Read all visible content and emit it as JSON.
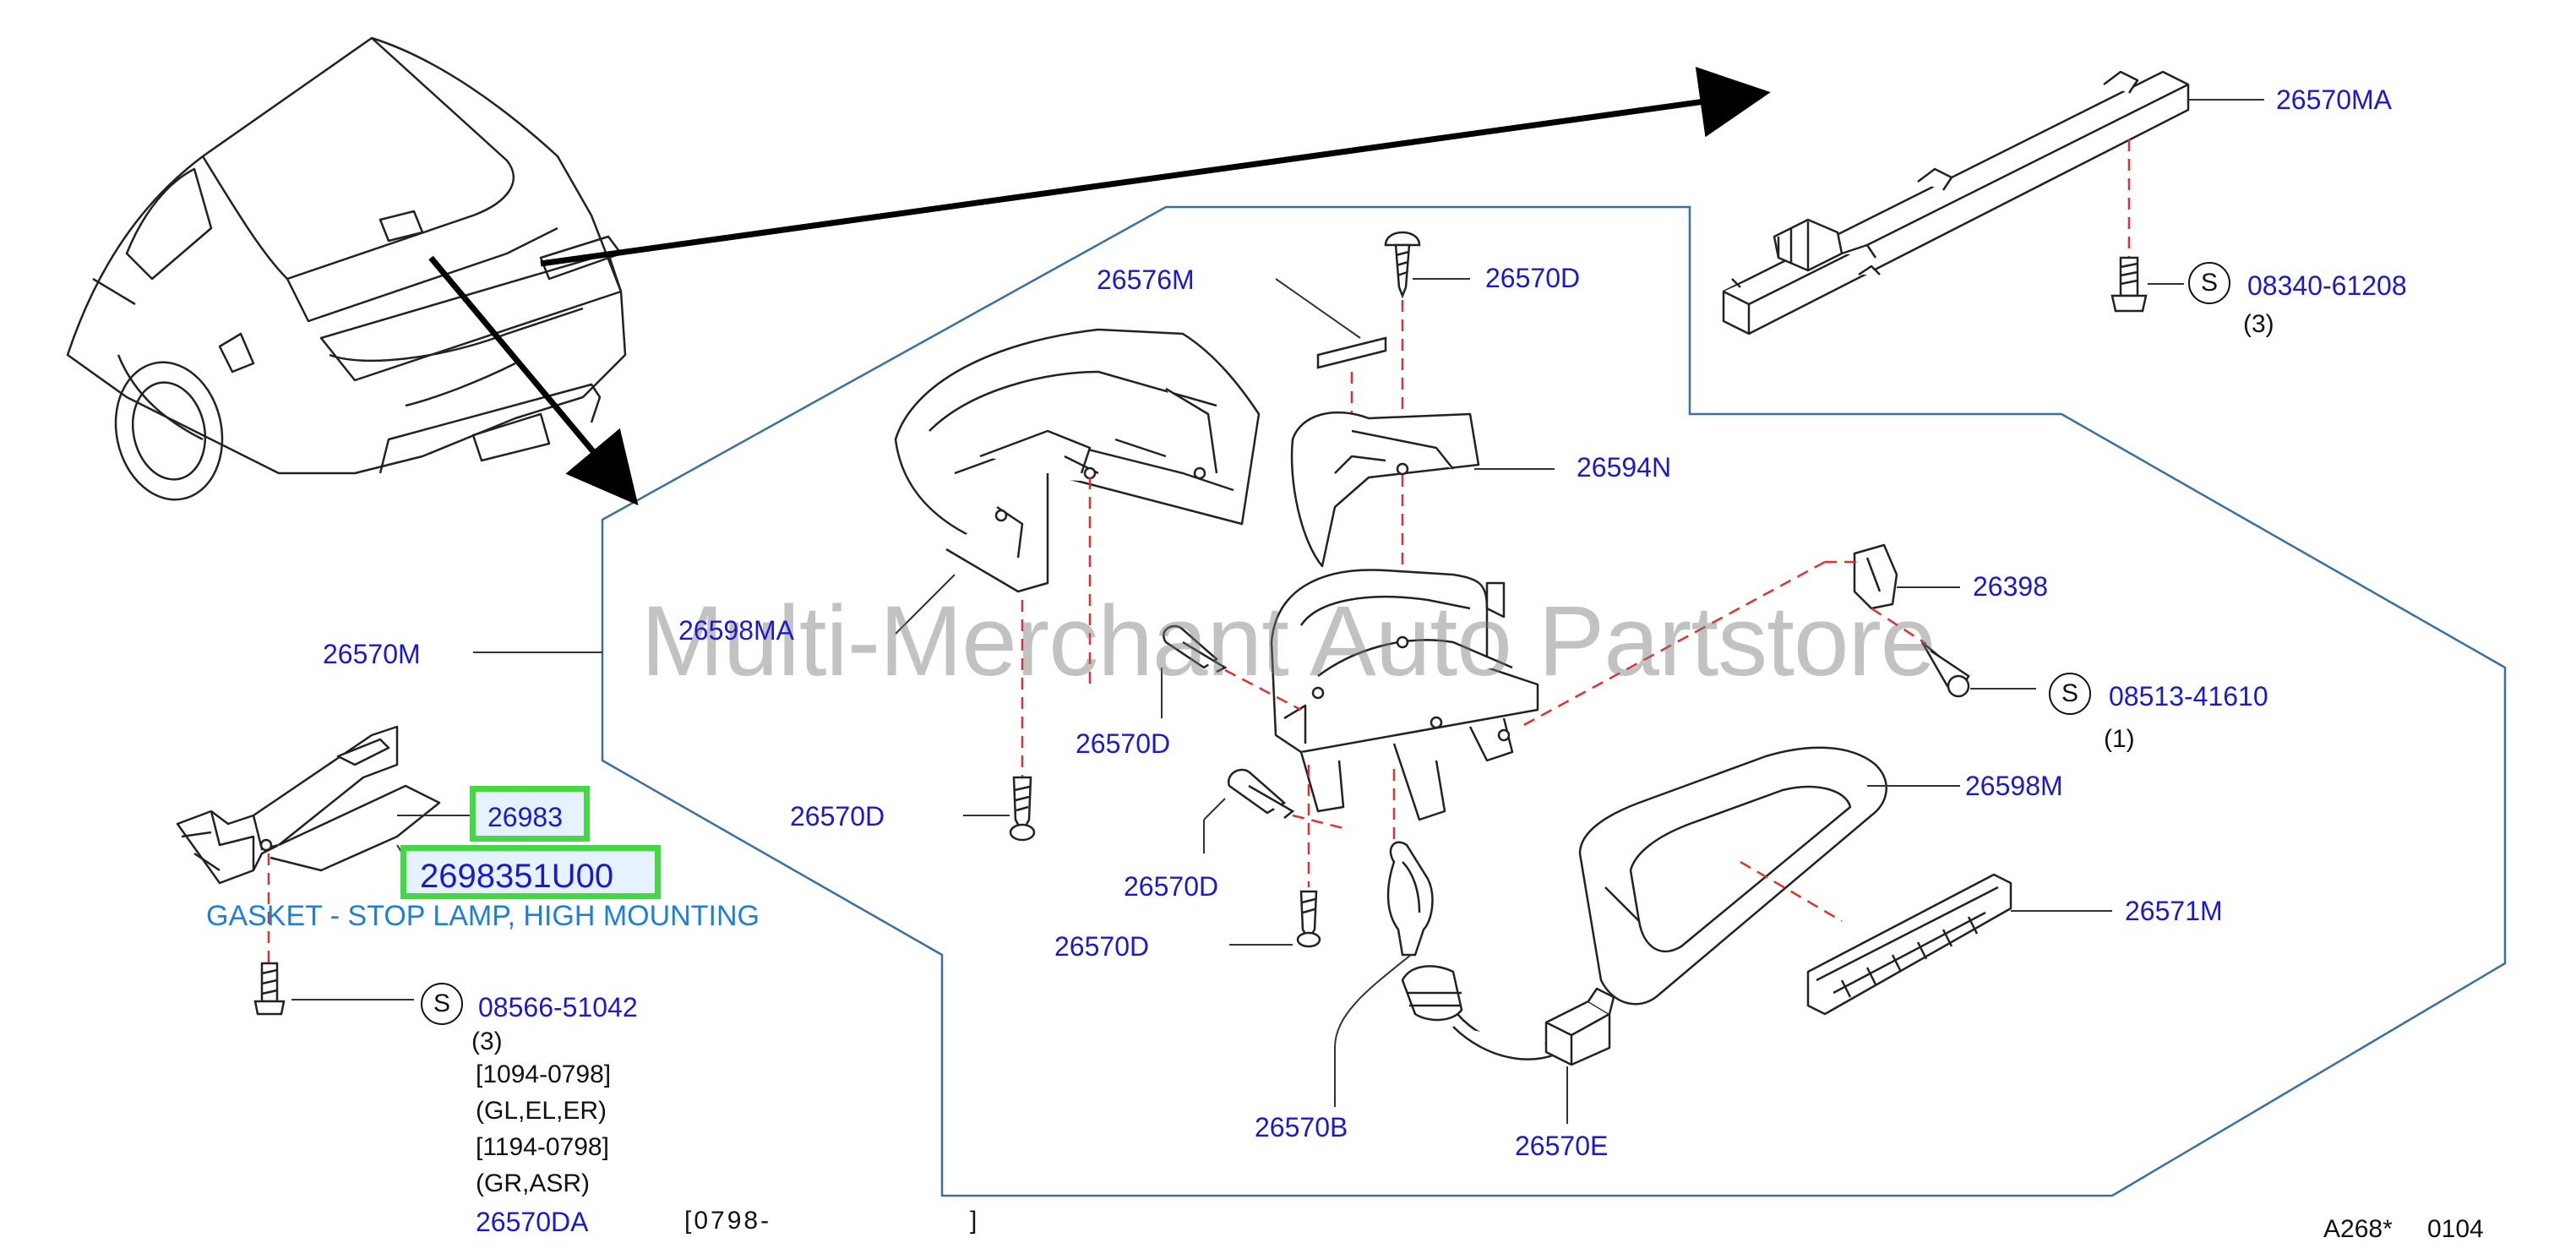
{
  "diagram": {
    "watermark": "Multi-Merchant Auto Partstore",
    "diagram_code": "A268*",
    "diagram_date": "0104",
    "colors": {
      "label": "#1a1acc",
      "description": "#1e7fd6",
      "highlight": "#44d944",
      "boundary": "#3a6fa0",
      "dashed": "#e03030"
    },
    "parts": {
      "p26570MA": "26570MA",
      "p26570D_top": "26570D",
      "p26576M": "26576M",
      "p26594N": "26594N",
      "p26598MA": "26598MA",
      "p26570M": "26570M",
      "p26398": "26398",
      "p26570D_mid": "26570D",
      "p26570D_left": "26570D",
      "p26570D_low": "26570D",
      "p26570D_bottom": "26570D",
      "p26598M": "26598M",
      "p26571M": "26571M",
      "p26570B": "26570B",
      "p26570E": "26570E",
      "p26983": "26983",
      "p2698351U00": "2698351U00",
      "p26570DA": "26570DA"
    },
    "hardware": {
      "h1": {
        "badge": "S",
        "number": "08340-61208",
        "qty": "(3)"
      },
      "h2": {
        "badge": "S",
        "number": "08513-41610",
        "qty": "(1)"
      },
      "h3": {
        "badge": "S",
        "number": "08566-51042",
        "qty": "(3)"
      }
    },
    "highlight_description": "GASKET - STOP LAMP, HIGH MOUNTING",
    "notes": {
      "n1": "[1094-0798]",
      "n2": "(GL,EL,ER)",
      "n3": "[1194-0798]",
      "n4": "(GR,ASR)",
      "range_open": "[0798-",
      "range_close": "]"
    }
  }
}
